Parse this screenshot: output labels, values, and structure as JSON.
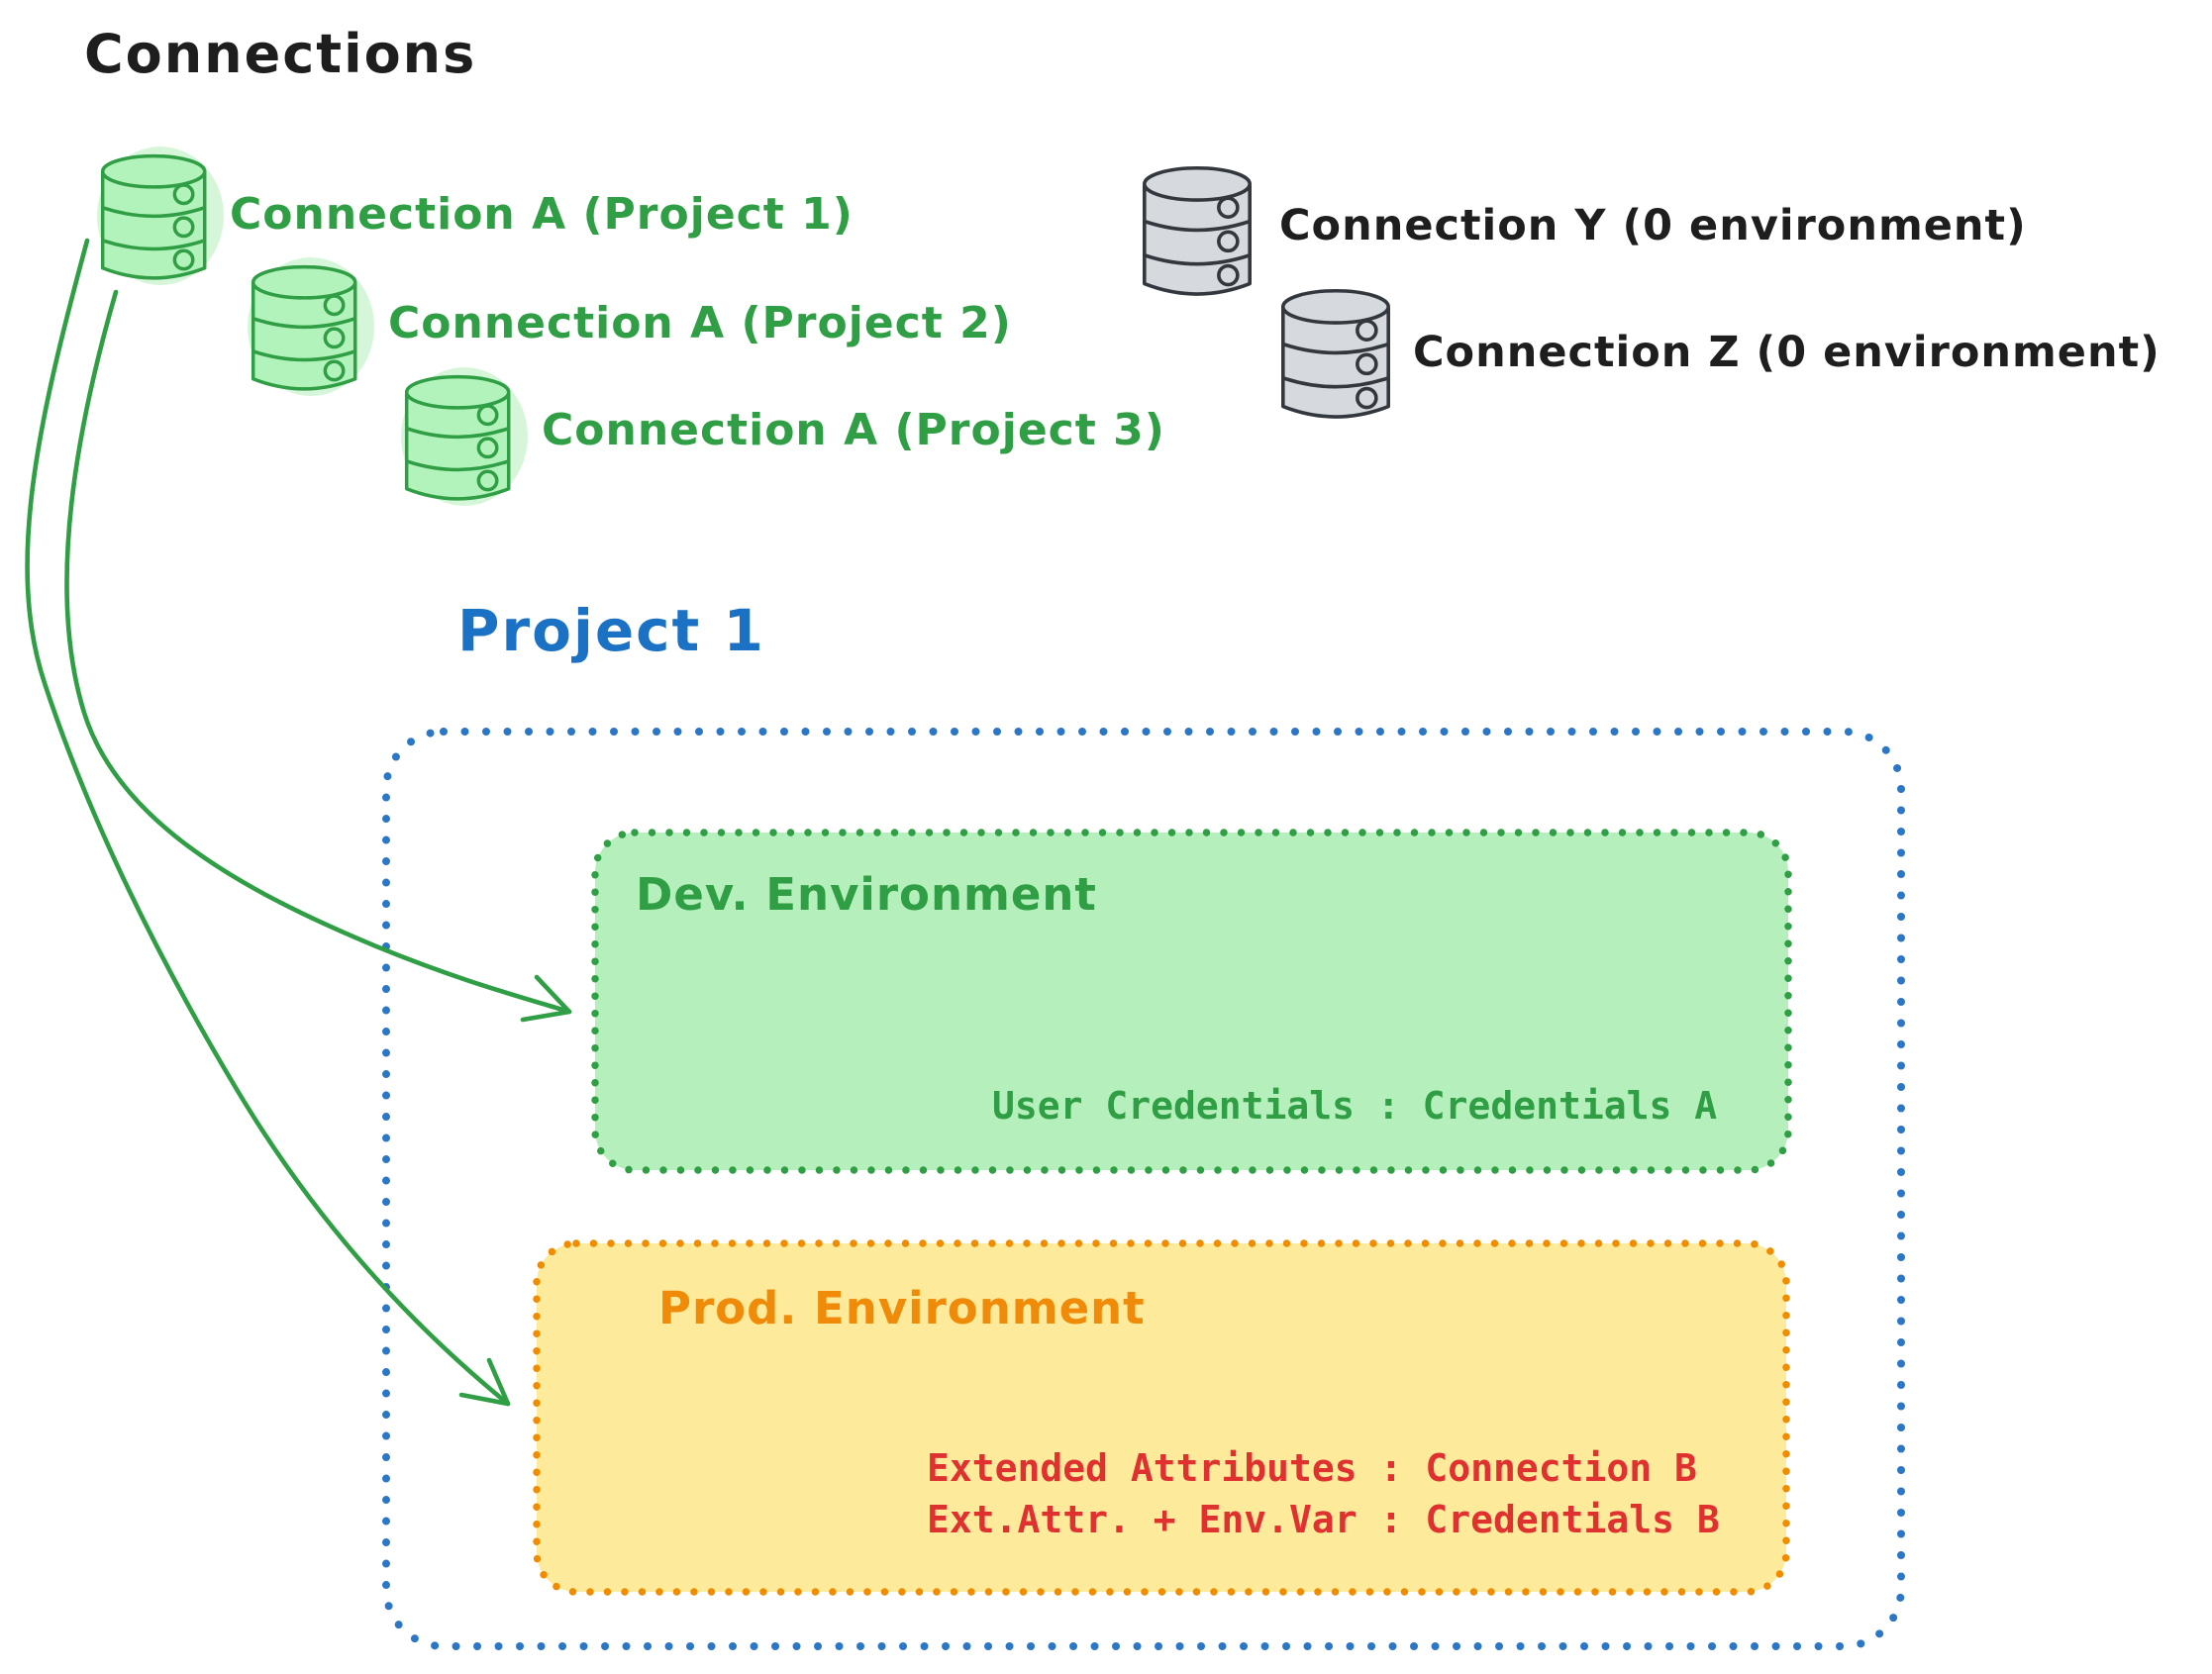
{
  "title": "Connections",
  "green_connections": [
    {
      "icon": "database-icon",
      "label": "Connection A (Project 1)"
    },
    {
      "icon": "database-icon",
      "label": "Connection A (Project 2)"
    },
    {
      "icon": "database-icon",
      "label": "Connection A (Project 3)"
    }
  ],
  "gray_connections": [
    {
      "icon": "database-icon",
      "label": "Connection Y (0 environment)"
    },
    {
      "icon": "database-icon",
      "label": "Connection Z (0 environment)"
    }
  ],
  "project": {
    "title": "Project 1",
    "environments": [
      {
        "type": "dev",
        "name": "Dev. Environment",
        "credential_lines": [
          "User Credentials : Credentials A"
        ]
      },
      {
        "type": "prod",
        "name": "Prod. Environment",
        "credential_lines": [
          "Extended Attributes : Connection B",
          "Ext.Attr. + Env.Var : Credentials B"
        ]
      }
    ]
  },
  "arrows": [
    {
      "from": "Connection A (Project 1)",
      "to": "Dev. Environment"
    },
    {
      "from": "Connection A (Project 1)",
      "to": "Prod. Environment"
    }
  ],
  "colors": {
    "ink": "#1e1e1e",
    "green": "#2f9e44",
    "green_fill": "#b5efbc",
    "blue": "#1b72c5",
    "orange": "#f08c00",
    "yellow_fill": "#fdeb9b",
    "red": "#e03131",
    "gray_fill": "#d6dade",
    "gray_stroke": "#33383e"
  }
}
